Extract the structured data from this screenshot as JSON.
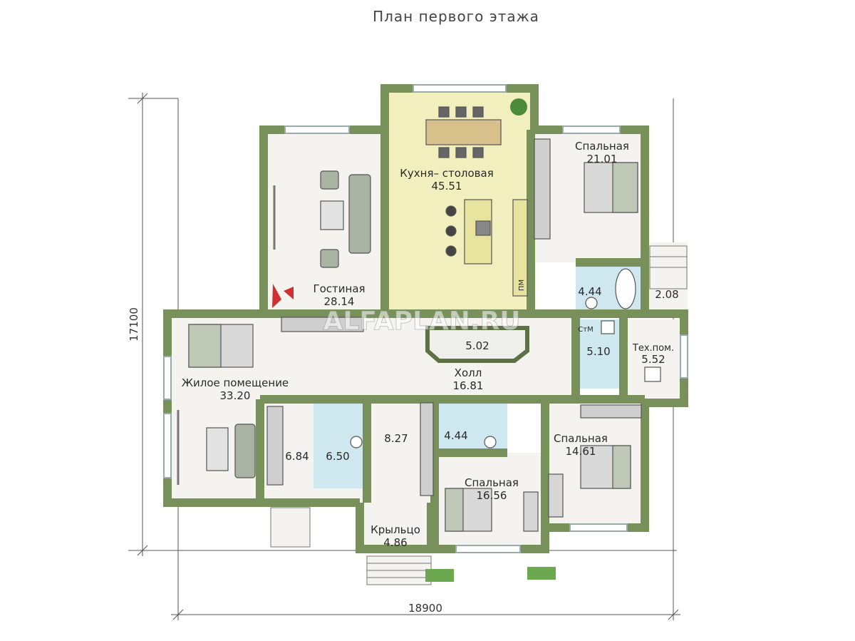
{
  "title": "План первого этажа",
  "watermark": "ALFAPLAN.RU",
  "dimensions": {
    "width": "18900",
    "height": "17100"
  },
  "colors": {
    "wall": "#78905a",
    "wall_dark": "#5d7244",
    "floor": "#f4f3ef",
    "kitchen": "#f2efbf",
    "bath": "#cfe8f0",
    "dim_line": "#555555"
  },
  "rooms": [
    {
      "id": "living",
      "name": "Гостиная",
      "area": "28.14"
    },
    {
      "id": "kitchen",
      "name": "Кухня– столовая",
      "area": "45.51"
    },
    {
      "id": "bed1",
      "name": "Спальная",
      "area": "21.01"
    },
    {
      "id": "bath1",
      "name": "",
      "area": "4.44"
    },
    {
      "id": "porch-right",
      "name": "",
      "area": "2.08"
    },
    {
      "id": "living2",
      "name": "Жилое помещение",
      "area": "33.20"
    },
    {
      "id": "bay",
      "name": "",
      "area": "5.02"
    },
    {
      "id": "hall",
      "name": "Холл",
      "area": "16.81"
    },
    {
      "id": "laundry",
      "name": "",
      "area": "5.10"
    },
    {
      "id": "tech",
      "name": "Тех.пом.",
      "area": "5.52"
    },
    {
      "id": "closet",
      "name": "",
      "area": "6.84"
    },
    {
      "id": "bath2",
      "name": "",
      "area": "6.50"
    },
    {
      "id": "vestibule",
      "name": "",
      "area": "8.27"
    },
    {
      "id": "bath3",
      "name": "",
      "area": "4.44"
    },
    {
      "id": "bed2",
      "name": "Спальная",
      "area": "16.56"
    },
    {
      "id": "bed3",
      "name": "Спальная",
      "area": "14.61"
    },
    {
      "id": "porch",
      "name": "Крыльцо",
      "area": "4.86"
    }
  ],
  "fixture_labels": {
    "washer": "СтМ",
    "fridge": "ПМ"
  }
}
